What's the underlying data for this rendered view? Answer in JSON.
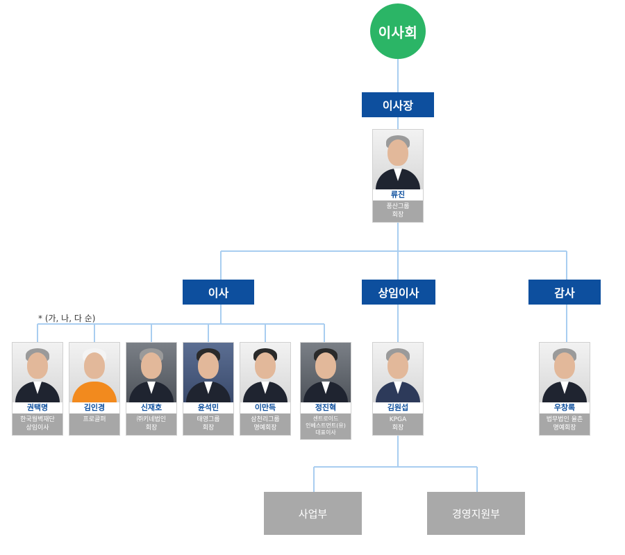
{
  "board": {
    "label": "이사회"
  },
  "chairman_box": {
    "label": "이사장"
  },
  "chairman": {
    "name": "류진",
    "role": "풍산그룹\n회장"
  },
  "sections": {
    "directors": "이사",
    "standing": "상임이사",
    "auditor": "감사"
  },
  "note": "* (가, 나, 다 순)",
  "directors": [
    {
      "name": "권택명",
      "role": "한국월벽재단\n상임이사"
    },
    {
      "name": "김인경",
      "role": "프로골퍼"
    },
    {
      "name": "신재호",
      "role": "㈜키네법인\n회장"
    },
    {
      "name": "윤석민",
      "role": "태영그룹\n회장"
    },
    {
      "name": "이만득",
      "role": "삼천리그룹\n명예회장"
    },
    {
      "name": "정진혁",
      "role": "센트로이드\n인베스트먼트(유)\n대표이사"
    }
  ],
  "standing_director": {
    "name": "김원섭",
    "role": "KPGA\n회장"
  },
  "auditor": {
    "name": "우창록",
    "role": "법무법인 율촌\n명예회장"
  },
  "departments": {
    "business": "사업부",
    "management": "경영지원부"
  },
  "colors": {
    "green": "#2bb566",
    "navy": "#0d4f9e",
    "grey": "#a9a9a9",
    "line": "#a8cdf0"
  }
}
